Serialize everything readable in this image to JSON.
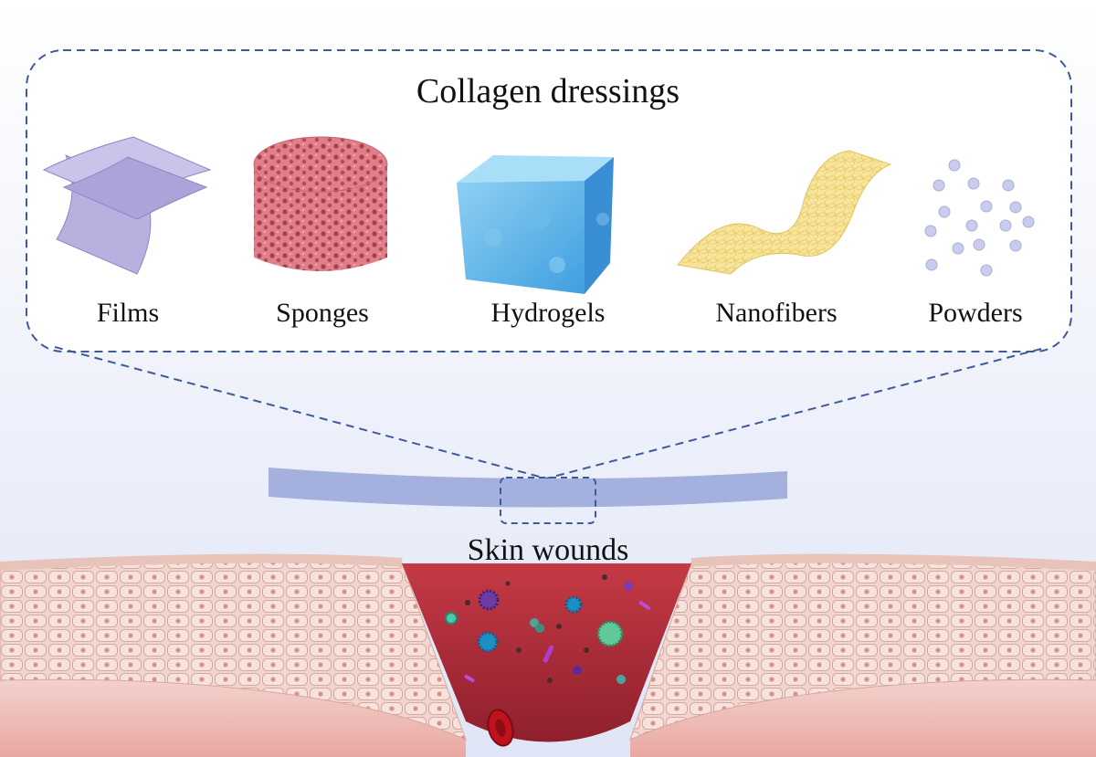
{
  "diagram": {
    "title": "Collagen dressings",
    "dressing_types": [
      {
        "label": "Films",
        "color": "#b3addc"
      },
      {
        "label": "Sponges",
        "color": "#d9707c"
      },
      {
        "label": "Hydrogels",
        "color": "#5bb2e8"
      },
      {
        "label": "Nanofibers",
        "color": "#f6e08e"
      },
      {
        "label": "Powders",
        "color": "#c9ccec"
      }
    ],
    "wound_label": "Skin wounds",
    "colors": {
      "frame_dash": "#3f5a9a",
      "dressing_strip": "#a4b0de",
      "wound": "#b62d3b",
      "skin_layer": "#ecc7be",
      "background_top": "#ffffff",
      "background_bottom": "#e3e8f7"
    }
  }
}
